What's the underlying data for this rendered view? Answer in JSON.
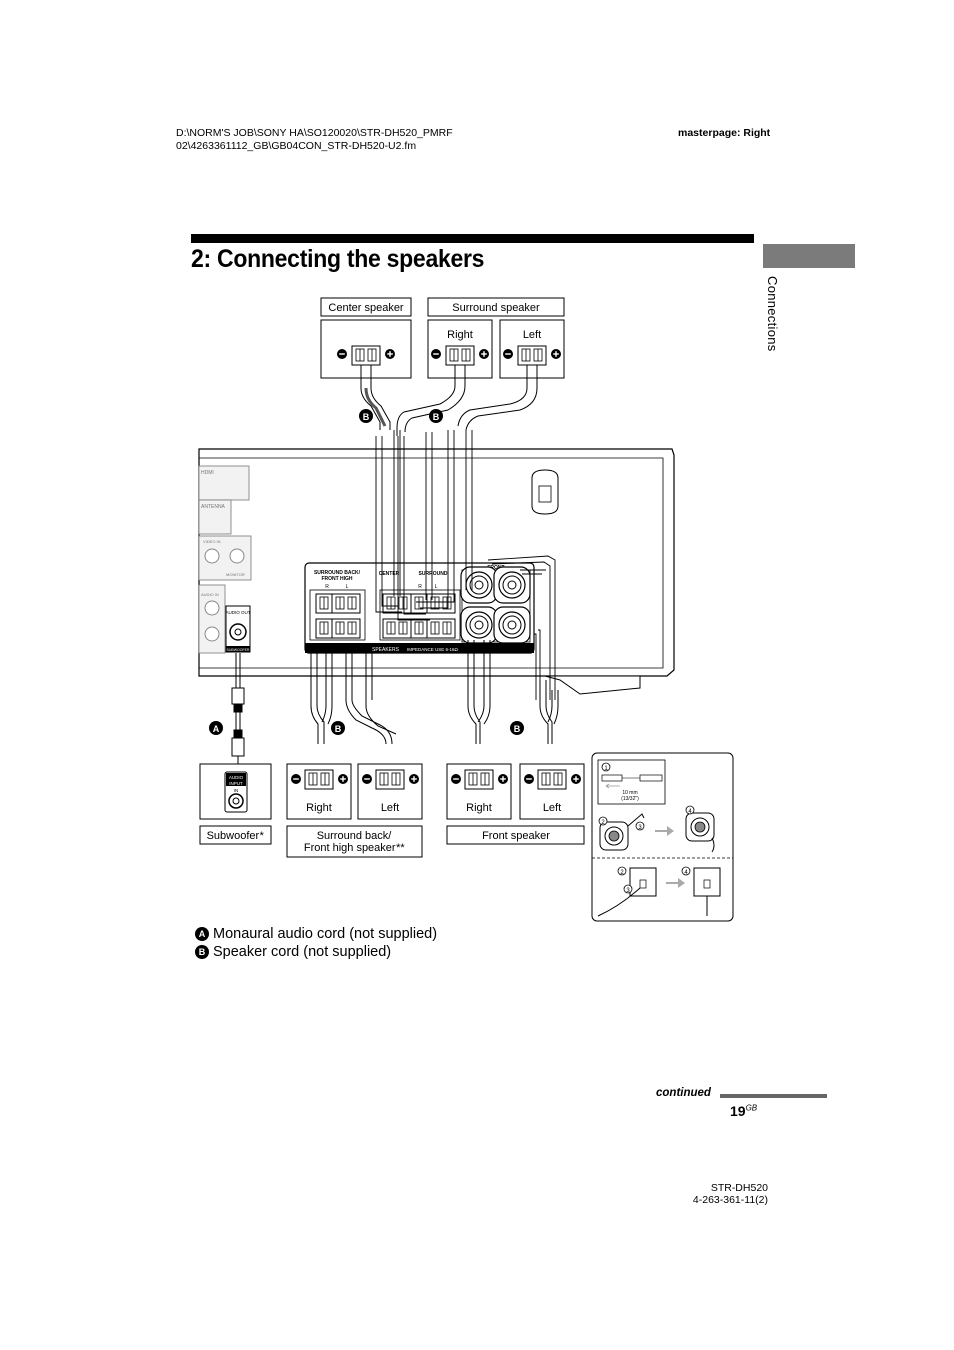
{
  "header": {
    "path_line1": "D:\\NORM'S JOB\\SONY HA\\SO120020\\STR-DH520_PMRF",
    "path_line2": "02\\4263361112_GB\\GB04CON_STR-DH520-U2.fm",
    "masterpage": "masterpage: Right"
  },
  "page_title": "2: Connecting the speakers",
  "side_tab": "Connections",
  "markers": {
    "A": "A",
    "B": "B"
  },
  "speaker_labels": {
    "center": "Center speaker",
    "surround": "Surround speaker",
    "right": "Right",
    "left": "Left",
    "subwoofer": "Subwoofer",
    "subwoofer_mark": "*",
    "surround_back_line1": "Surround back/",
    "surround_back_line2": "Front high speaker",
    "surround_back_mark": "**",
    "front": "Front speaker"
  },
  "receiver_text": {
    "surround_back": "SURROUND BACK/",
    "front_high": "FRONT HIGH",
    "center": "CENTER",
    "surround": "SURROUND",
    "front": "FRONT",
    "r": "R",
    "l": "L",
    "speakers": "SPEAKERS",
    "impedance": "IMPEDANCE USE 6-16Ω",
    "hdmi": "HDMI",
    "antenna": "ANTENNA",
    "audio_in": "AUDIO IN",
    "monitor": "MONITOR",
    "video_in": "VIDEO IN",
    "subwoofer_out": "SUBWOOFER",
    "audio_out": "AUDIO OUT"
  },
  "sub_panel": {
    "line1": "AUDIO",
    "line2": "INPUT",
    "line3": "IN"
  },
  "inset": {
    "step1": "1",
    "step2": "2",
    "step3": "3",
    "step4": "4",
    "strip_length": "10 mm",
    "strip_length_inch": "(13/32\")"
  },
  "legend": [
    {
      "mark": "A",
      "text": "Monaural audio cord (not supplied)"
    },
    {
      "mark": "B",
      "text": "Speaker cord (not supplied)"
    }
  ],
  "footer": {
    "continued": "continued",
    "page_number": "19",
    "page_suffix": "GB",
    "model": "STR-DH520",
    "code": "4-263-361-11(2)"
  }
}
